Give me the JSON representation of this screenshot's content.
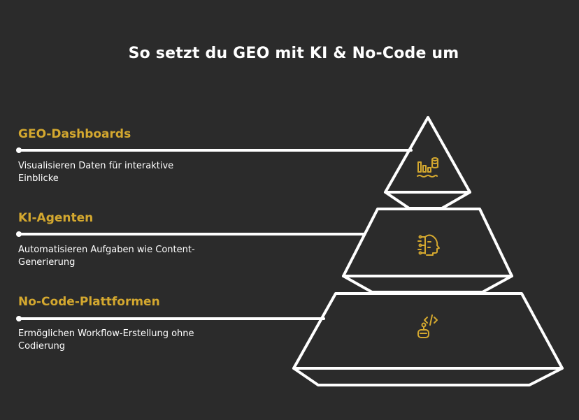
{
  "title": "So setzt du GEO mit KI & No-Code um",
  "colors": {
    "background": "#2b2b2b",
    "accent": "#d4a82f",
    "line": "#ffffff"
  },
  "levels": [
    {
      "title": "GEO-Dashboards",
      "description": "Visualisieren Daten für interaktive Einblicke",
      "icon": "dashboard-chart-icon"
    },
    {
      "title": "KI-Agenten",
      "description": "Automatisieren Aufgaben wie Content-Generierung",
      "icon": "ai-head-icon"
    },
    {
      "title": "No-Code-Plattformen",
      "description": "Ermöglichen Workflow-Erstellung ohne Codierung",
      "icon": "robot-code-icon"
    }
  ]
}
